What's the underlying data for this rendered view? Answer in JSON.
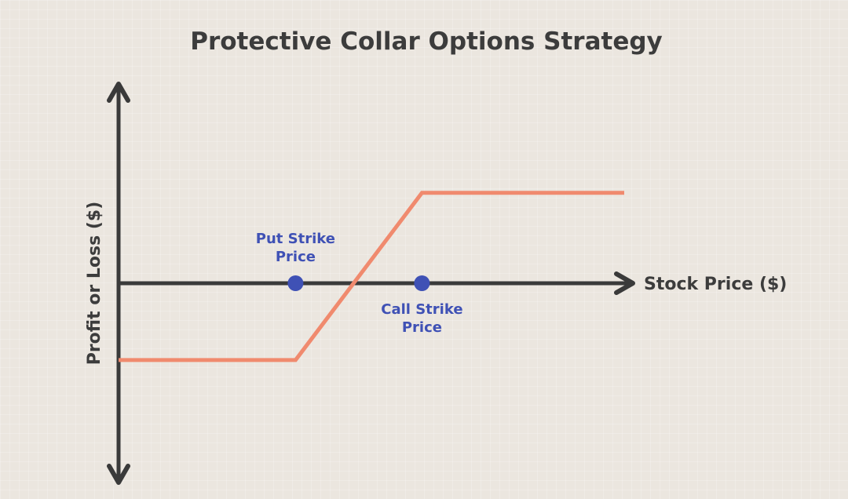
{
  "chart_data": {
    "type": "line",
    "title": "Protective Collar Options Strategy",
    "xlabel": "Stock Price ($)",
    "ylabel": "Profit or Loss ($)",
    "grid": false,
    "legend": "none",
    "xlim": [
      0,
      10
    ],
    "ylim": [
      -4,
      4
    ],
    "series": [
      {
        "x": [
          0,
          3.5,
          6,
          10
        ],
        "y": [
          -1.7,
          -1.7,
          2,
          2
        ],
        "color": "#f08a6e"
      }
    ],
    "annotations": [
      {
        "label": [
          "Put Strike",
          "Price"
        ],
        "x": 3.5,
        "y": 0,
        "label_position": "above"
      },
      {
        "label": [
          "Call Strike",
          "Price"
        ],
        "x": 6,
        "y": 0,
        "label_position": "below"
      }
    ],
    "colors": {
      "payoff_line": "#f08a6e",
      "axes": "#3a3a3a",
      "strike_marker": "#3f51b5",
      "annotation_text": "#3f51b5",
      "title_text": "#3c3c3c"
    }
  }
}
